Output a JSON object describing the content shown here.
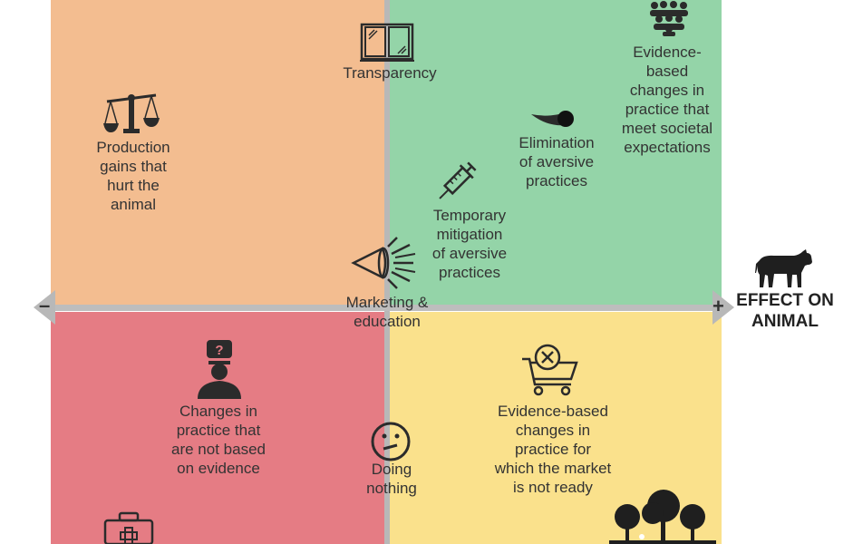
{
  "colors": {
    "top_left": "#f3bd90",
    "top_right": "#94d4a8",
    "bottom_left": "#e57c84",
    "bottom_right": "#fae18c",
    "axis": "#b8b8b8",
    "icon": "#2b2b2b"
  },
  "axis": {
    "minus": "–",
    "plus": "+",
    "x_title": "EFFECT ON\nANIMAL"
  },
  "items": {
    "transparency": {
      "label": "Transparency",
      "icon": "window-icon"
    },
    "production_gains": {
      "label": "Production\ngains that\nhurt the\nanimal",
      "icon": "balance-scale-icon"
    },
    "elimination": {
      "label": "Elimination\nof aversive\npractices",
      "icon": "comet-icon"
    },
    "evidence_societal": {
      "label": "Evidence-\nbased\nchanges in\npractice that\nmeet societal\nexpectations",
      "icon": "crowd-icon"
    },
    "temporary_mitigation": {
      "label": "Temporary\nmitigation\nof aversive\npractices",
      "icon": "syringe-icon"
    },
    "marketing": {
      "label": "Marketing &\neducation",
      "icon": "megaphone-icon"
    },
    "not_evidence": {
      "label": "Changes in\npractice that\nare not based\non evidence",
      "icon": "confused-person-icon"
    },
    "doing_nothing": {
      "label": "Doing\nnothing",
      "icon": "neutral-face-icon"
    },
    "market_not_ready": {
      "label": "Evidence-based\nchanges in\npractice for\nwhich the market\nis not ready",
      "icon": "shopping-cart-x-icon"
    }
  },
  "decorations": [
    "cow-icon",
    "trees-icon",
    "first-aid-kit-icon"
  ]
}
